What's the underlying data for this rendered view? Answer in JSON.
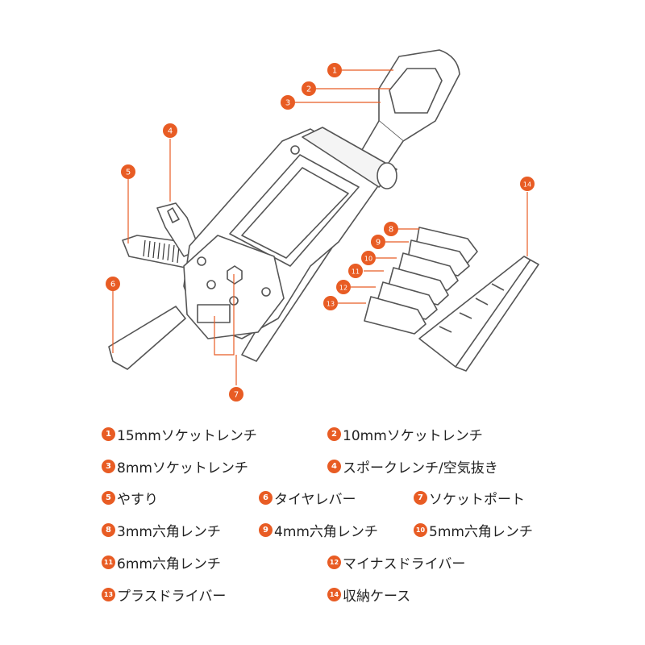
{
  "accent_color": "#e85c24",
  "callouts": [
    "1",
    "2",
    "3",
    "4",
    "5",
    "6",
    "7",
    "8",
    "9",
    "10",
    "11",
    "12",
    "13",
    "14"
  ],
  "legend": [
    {
      "num": "1",
      "label": "15mmソケットレンチ"
    },
    {
      "num": "2",
      "label": "10mmソケットレンチ"
    },
    {
      "num": "3",
      "label": "8mmソケットレンチ"
    },
    {
      "num": "4",
      "label": "スポークレンチ/空気抜き"
    },
    {
      "num": "5",
      "label": "やすり"
    },
    {
      "num": "6",
      "label": "タイヤレバー"
    },
    {
      "num": "7",
      "label": "ソケットポート"
    },
    {
      "num": "8",
      "label": "3mm六角レンチ"
    },
    {
      "num": "9",
      "label": "4mm六角レンチ"
    },
    {
      "num": "10",
      "label": "5mm六角レンチ"
    },
    {
      "num": "11",
      "label": "6mm六角レンチ"
    },
    {
      "num": "12",
      "label": "マイナスドライバー"
    },
    {
      "num": "13",
      "label": "プラスドライバー"
    },
    {
      "num": "14",
      "label": "収納ケース"
    }
  ]
}
